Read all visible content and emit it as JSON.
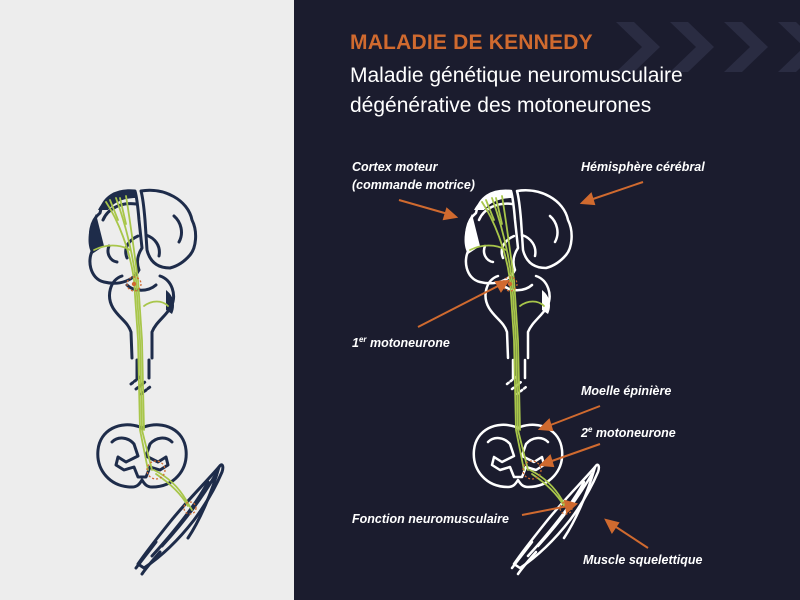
{
  "header": {
    "title": "MALADIE DE KENNEDY",
    "subtitle_line1": "Maladie génétique neuromusculaire",
    "subtitle_line2": "dégénérative des motoneurones"
  },
  "labels": {
    "cortex_line1": "Cortex moteur",
    "cortex_line2": "(commande motrice)",
    "hemisphere": "Hémisphère cérébral",
    "first_motoneuron_num": "1",
    "first_motoneuron_sup": "er",
    "first_motoneuron_text": " motoneurone",
    "spinal_cord": "Moelle épinière",
    "second_motoneuron_num": "2",
    "second_motoneuron_sup": "e",
    "second_motoneuron_text": " motoneurone",
    "neuromuscular": "Fonction neuromusculaire",
    "muscle": "Muscle squelettique"
  },
  "colors": {
    "accent": "#d06a2f",
    "panel_dark": "#1b1c2e",
    "panel_light": "#ededed",
    "neuron_green": "#a8c64a",
    "outline_navy": "#1e2c4a"
  }
}
